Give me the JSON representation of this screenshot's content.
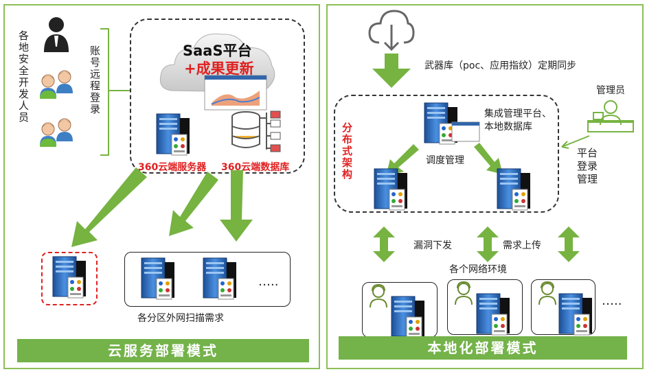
{
  "left": {
    "developers_label": "各地安全开发人员",
    "remote_login_label": "账号远程登录",
    "saas_line1": "SaaS平台",
    "saas_line2": "+成果更新",
    "server_label": "360云端服务器",
    "database_label": "360云端数据库",
    "scan_label": "各分区外网扫描需求",
    "ellipsis": "…..",
    "footer": "云服务部署模式"
  },
  "right": {
    "sync_label": "武器库（poc、应用指纹）定期同步",
    "admin_label": "管理员",
    "distributed_label": "分布式架构",
    "integrated_label_1": "集成管理平台、",
    "integrated_label_2": "本地数据库",
    "schedule_label": "调度管理",
    "platform_login_label": "平台登录管理",
    "vuln_label": "漏洞下发",
    "demand_label": "需求上传",
    "network_label": "各个网络环境",
    "ellipsis": "…..",
    "footer": "本地化部署模式"
  },
  "colors": {
    "green_arrow": "#76b341",
    "panel_border": "#8bbf55",
    "footer_bg": "#74b24a",
    "red_text": "#e02020",
    "server_blue": "#2f6fc0"
  }
}
